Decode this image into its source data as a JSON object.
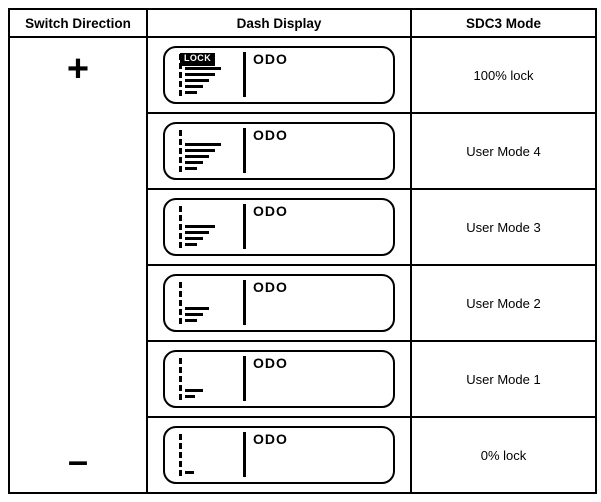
{
  "table": {
    "headers": {
      "switch_direction": "Switch Direction",
      "dash_display": "Dash Display",
      "sdc3_mode": "SDC3 Mode"
    },
    "switch": {
      "plus": "+",
      "minus": "–"
    },
    "odo_label": "ODO",
    "lock_label": "LOCK",
    "rows": [
      {
        "mode": "100% lock",
        "lock": true,
        "bars": [
          36,
          30,
          24,
          18,
          12
        ]
      },
      {
        "mode": "User Mode 4",
        "lock": false,
        "bars": [
          36,
          30,
          24,
          18,
          12
        ]
      },
      {
        "mode": "User Mode 3",
        "lock": false,
        "bars": [
          30,
          24,
          18,
          12
        ]
      },
      {
        "mode": "User Mode 2",
        "lock": false,
        "bars": [
          24,
          18,
          12
        ]
      },
      {
        "mode": "User Mode 1",
        "lock": false,
        "bars": [
          18,
          10
        ]
      },
      {
        "mode": "0% lock",
        "lock": false,
        "bars": [
          9
        ]
      }
    ]
  }
}
